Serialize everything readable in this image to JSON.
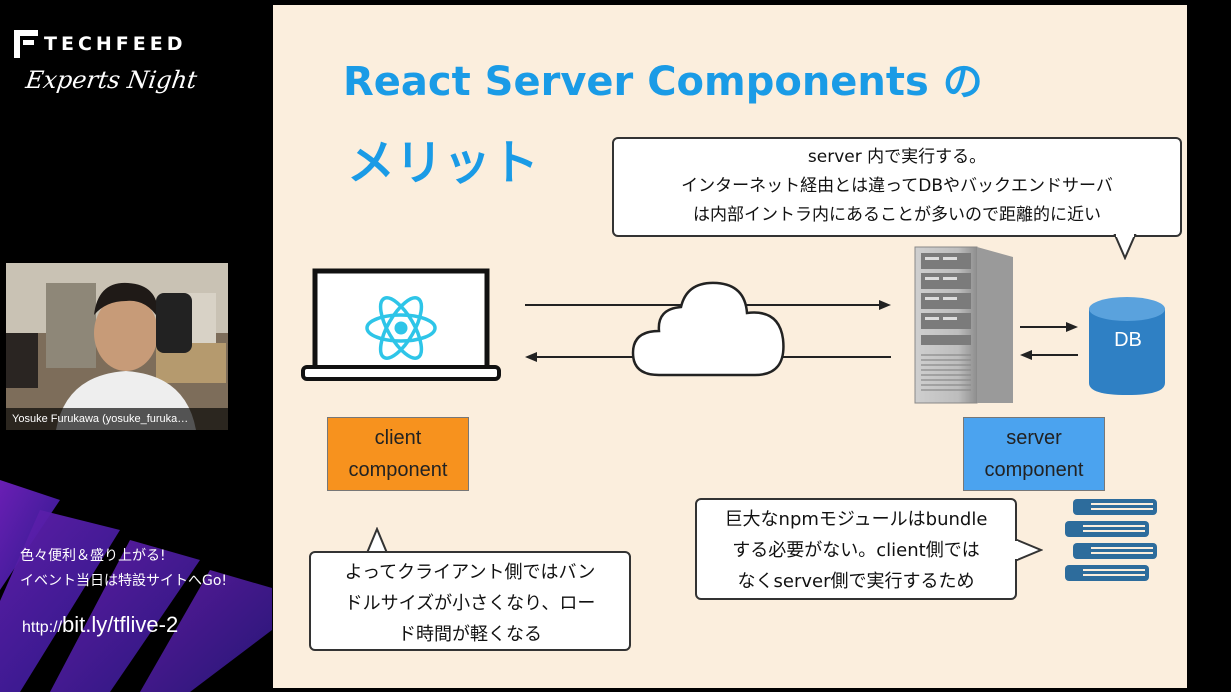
{
  "sidebar": {
    "brand": "TECHFEED",
    "subbrand": "Experts Night",
    "participant_name": "Yosuke Furukawa (yosuke_furuka…",
    "promo_line1": "色々便利＆盛り上がる!",
    "promo_line2": "イベント当日は特設サイトへGo!",
    "promo_url_prefix": "http://",
    "promo_url_main": "bit.ly/tflive-2"
  },
  "slide": {
    "title_line1": "React Server Components の",
    "title_line2": "メリット",
    "bubble_top": [
      "server 内で実行する。",
      "インターネット経由とは違ってDBやバックエンドサーバ",
      "は内部イントラ内にあることが多いので距離的に近い"
    ],
    "bubble_bottom": [
      "よってクライアント側ではバン",
      "ドルサイズが小さくなり、ロー",
      "ド時間が軽くなる"
    ],
    "bubble_right": [
      "巨大なnpmモジュールはbundle",
      "する必要がない。client側では",
      "なくserver側で実行するため"
    ],
    "client_label_1": "client",
    "client_label_2": "component",
    "server_label_1": "server",
    "server_label_2": "component",
    "db_label": "DB"
  },
  "colors": {
    "slide_bg": "#fbeedd",
    "title_blue": "#1a9be6",
    "client_orange": "#f7921e",
    "server_blue": "#4ba3ef",
    "db_blue": "#2f80c4",
    "books_blue": "#2d6c9c",
    "react_cyan": "#2ec5e8"
  },
  "icons": [
    "techfeed-logo-icon",
    "laptop-icon",
    "react-logo-icon",
    "cloud-icon",
    "server-rack-icon",
    "database-icon",
    "books-icon"
  ]
}
